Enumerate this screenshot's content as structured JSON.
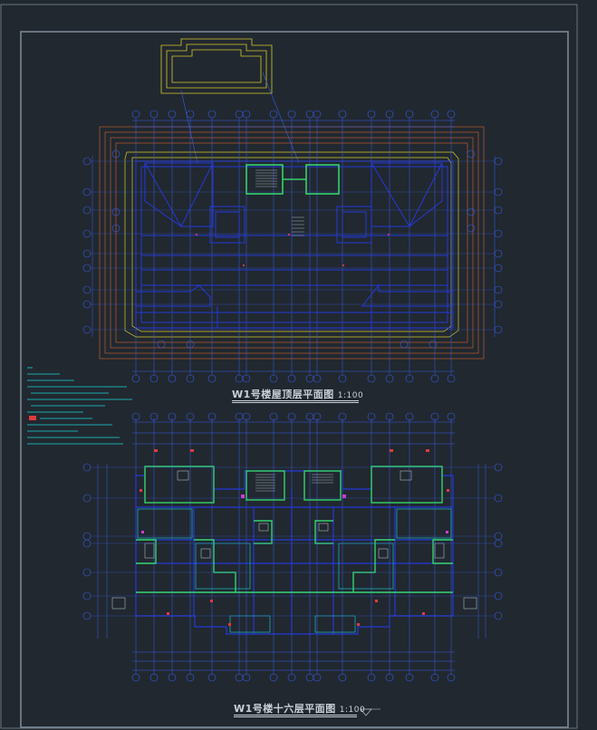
{
  "drawing": {
    "plan_roof": {
      "title": "W1号楼屋顶层平面图",
      "scale": "1:100"
    },
    "plan_floor16": {
      "title": "W1号楼十六层平面图",
      "scale": "1:100"
    }
  },
  "palette": {
    "background": "#212830",
    "frame": "#7b8794",
    "axis": "#3a5de8",
    "wall": "#2438d8",
    "parapet": "#d8c92a",
    "eave": "#d4672a",
    "stair": "#34d36a",
    "notes": "#19d6d6",
    "marker": "#e23a3a",
    "magenta": "#d43ad4"
  }
}
